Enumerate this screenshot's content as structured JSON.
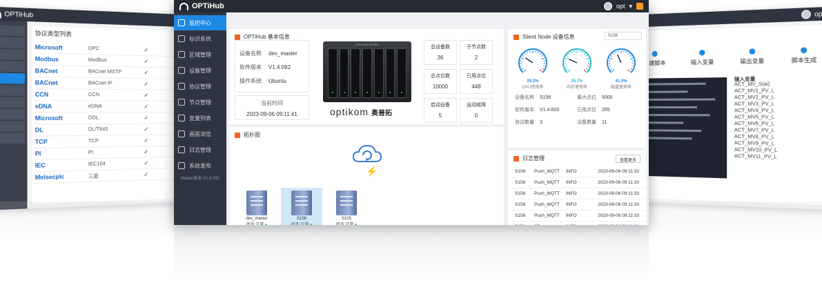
{
  "main": {
    "brand": "OPTiHub",
    "user": "opt",
    "user_caret": "▾",
    "nav": [
      {
        "label": "监控中心",
        "active": true
      },
      {
        "label": "标识系统",
        "active": false
      },
      {
        "label": "区域管理",
        "active": false
      },
      {
        "label": "设备管理",
        "active": false
      },
      {
        "label": "协议管理",
        "active": false
      },
      {
        "label": "节点管理",
        "active": false
      },
      {
        "label": "变量列表",
        "active": false
      },
      {
        "label": "画面浏览",
        "active": false
      },
      {
        "label": "日志管理",
        "active": false
      },
      {
        "label": "系统发布",
        "active": false
      }
    ],
    "nav_footer": "Master版本 V1.4.092",
    "info_card": {
      "title": "OPTiHub 基本信息",
      "device_name_label": "设备名称",
      "device_name": "dev_master",
      "software_label": "软件版本",
      "software": "V1.4.092",
      "os_label": "操作系统",
      "os": "Ubuntu",
      "time_label": "当前时间",
      "time": "2023-09-06 09:11:41",
      "device_brand_small": "OPTIKOM SERIES",
      "logo_text": "optikom",
      "logo_cn": "奥普拓",
      "stats": [
        {
          "label": "总设备数",
          "value": "36"
        },
        {
          "label": "子节点数",
          "value": "2"
        },
        {
          "label": "总点位数",
          "value": "10000"
        },
        {
          "label": "已用点位",
          "value": "448"
        },
        {
          "label": "启动设备",
          "value": "5"
        },
        {
          "label": "运动故障",
          "value": "0"
        }
      ]
    },
    "topo_card": {
      "title": "拓扑图",
      "servers": [
        {
          "name": "dev_master",
          "status": "状态:正常"
        },
        {
          "name": "S156",
          "status": "状态:正常"
        },
        {
          "name": "S105",
          "status": "状态:正常"
        }
      ]
    },
    "gauge_card": {
      "title": "Slient Node 设备信息",
      "select": "S156",
      "gauges": [
        {
          "value": "29.2%",
          "sub": "CPU使用率",
          "color": "#1e88e5",
          "ratio": 0.292
        },
        {
          "value": "25.7%",
          "sub": "内存使用率",
          "color": "#22b8cf",
          "ratio": 0.257
        },
        {
          "value": "41.0%",
          "sub": "磁盘使用率",
          "color": "#1e88e5",
          "ratio": 0.41
        }
      ],
      "kv": [
        {
          "k": "设备名称",
          "v": "S156"
        },
        {
          "k": "最大点位",
          "v": "5000"
        },
        {
          "k": "软件版本",
          "v": "V1.4.603"
        },
        {
          "k": "已用点位",
          "v": "265"
        },
        {
          "k": "协议数量",
          "v": "3"
        },
        {
          "k": "设备数量",
          "v": "11"
        }
      ]
    },
    "log_card": {
      "title": "日志管理",
      "button": "查看更多",
      "rows": [
        {
          "node": "S156",
          "type": "Push_MQTT",
          "level": "INFO",
          "time": "2023-09-06 09:11:33"
        },
        {
          "node": "S156",
          "type": "Push_MQTT",
          "level": "INFO",
          "time": "2023-09-06 09:11:33"
        },
        {
          "node": "S156",
          "type": "Push_MQTT",
          "level": "INFO",
          "time": "2023-09-06 09:11:33"
        },
        {
          "node": "S156",
          "type": "Push_MQTT",
          "level": "INFO",
          "time": "2023-09-06 09:11:33"
        },
        {
          "node": "S156",
          "type": "Push_MQTT",
          "level": "INFO",
          "time": "2023-09-06 09:11:33"
        },
        {
          "node": "S156",
          "type": "S7",
          "level": "INFO",
          "time": "2023-09-06 09:11:31"
        }
      ]
    }
  },
  "left_window": {
    "brand": "OPTiHub",
    "panel_title": "协议类型列表",
    "protocols": [
      {
        "logo": "Microsoft",
        "name": "OPC"
      },
      {
        "logo": "Modbus",
        "name": "Modbus"
      },
      {
        "logo": "BACnet",
        "name": "BACnet MSTP"
      },
      {
        "logo": "BACnet",
        "name": "BACnet IP"
      },
      {
        "logo": "CCN",
        "name": "CCN"
      },
      {
        "logo": "eDNA",
        "name": "eDNA"
      },
      {
        "logo": "Microsoft",
        "name": "DDL"
      },
      {
        "logo": "DL",
        "name": "DL/T645"
      },
      {
        "logo": "TCP",
        "name": "TCP"
      },
      {
        "logo": "PI",
        "name": "PI"
      },
      {
        "logo": "IEC",
        "name": "IEC104"
      },
      {
        "logo": "Melsecplc",
        "name": "三菱"
      }
    ]
  },
  "right_window": {
    "panel_title": "脚本",
    "user": "opt",
    "steps": [
      "创建脚本",
      "输入变量",
      "输出变量",
      "脚本生成"
    ],
    "list_title": "输入变量",
    "list_items": [
      "ACT_MV_S(ai)",
      "ACT_MV1_PV_L",
      "ACT_MV2_PV_L",
      "ACT_MV3_PV_L",
      "ACT_MV4_PV_L",
      "ACT_MV5_PV_L",
      "ACT_MV6_PV_L",
      "ACT_MV7_PV_L",
      "ACT_MV8_PV_L",
      "ACT_MV9_PV_L",
      "ACT_MV10_PV_L",
      "ACT_MV11_PV_L"
    ]
  }
}
